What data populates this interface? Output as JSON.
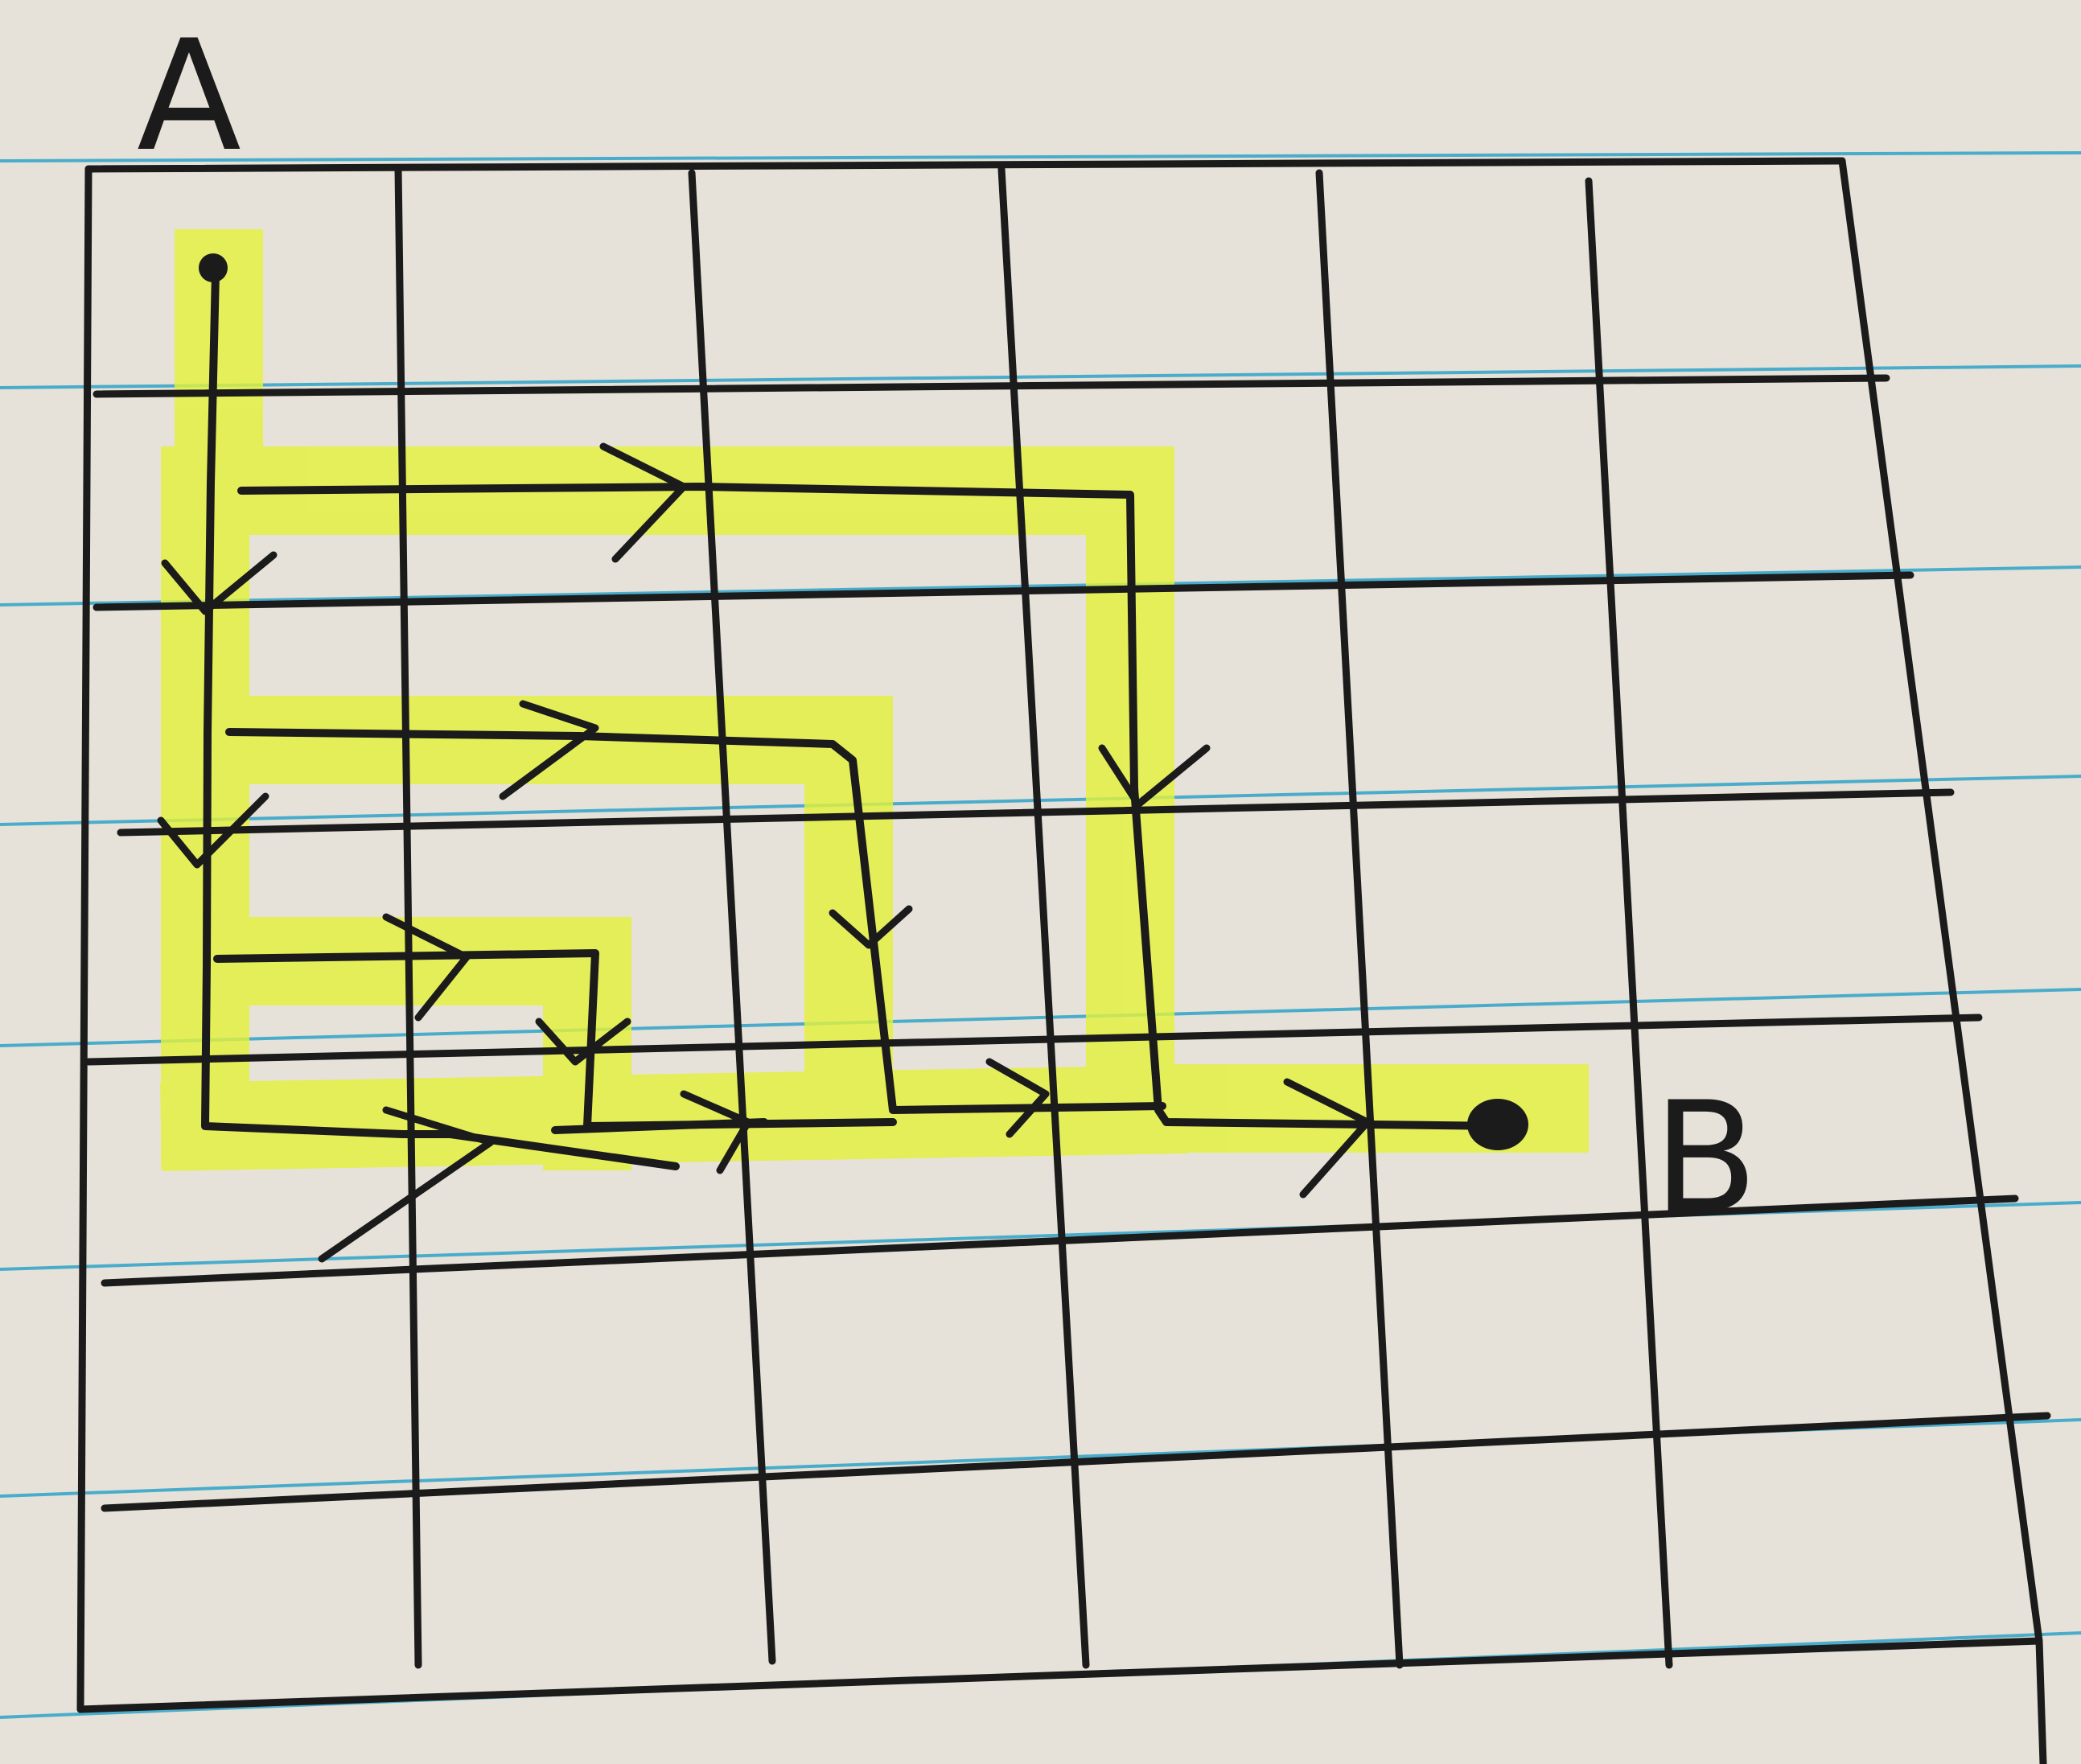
{
  "labels": {
    "start": "A",
    "end": "B"
  },
  "colors": {
    "paper": "#e6e2d9",
    "rule_line": "#2fa3c9",
    "ink": "#1b1b1b",
    "highlighter": "#e4f23a"
  },
  "grid": {
    "columns": 6,
    "rows": 7
  }
}
